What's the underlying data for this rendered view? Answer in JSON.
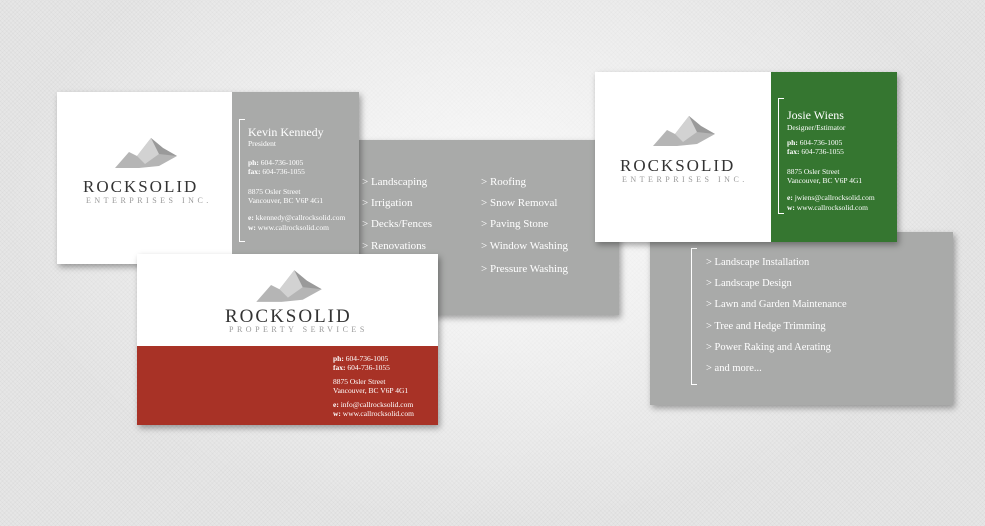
{
  "colors": {
    "gray": "#a9aaa9",
    "red": "#a83226",
    "green": "#357630",
    "white": "#ffffff"
  },
  "kevin_card": {
    "brand": "ROCKSOLID",
    "brand_sub": "ENTERPRISES INC.",
    "name": "Kevin Kennedy",
    "title": "President",
    "phone_label": "ph:",
    "phone": "604-736-1005",
    "fax_label": "fax:",
    "fax": "604-736-1055",
    "street": "8875 Osler Street",
    "city": "Vancouver, BC  V6P 4G1",
    "email_label": "e:",
    "email": "kkennedy@callrocksolid.com",
    "web_label": "w:",
    "web": "www.callrocksolid.com"
  },
  "services_card": {
    "col1": [
      "> Landscaping",
      "> Irrigation",
      "> Decks/Fences",
      "> Renovations"
    ],
    "col2": [
      "> Roofing",
      "> Snow Removal",
      "> Paving Stone",
      "> Window Washing",
      "> Pressure Washing"
    ]
  },
  "property_card": {
    "brand": "ROCKSOLID",
    "brand_sub": "PROPERTY SERVICES",
    "phone_label": "ph:",
    "phone": "604-736-1005",
    "fax_label": "fax:",
    "fax": "604-736-1055",
    "street": "8875 Osler Street",
    "city": "Vancouver, BC  V6P 4G1",
    "email_label": "e:",
    "email": "info@callrocksolid.com",
    "web_label": "w:",
    "web": "www.callrocksolid.com"
  },
  "josie_card": {
    "brand": "ROCKSOLID",
    "brand_sub": "ENTERPRISES INC.",
    "name": "Josie Wiens",
    "title": "Designer/Estimator",
    "phone_label": "ph:",
    "phone": "604-736-1005",
    "fax_label": "fax:",
    "fax": "604-736-1055",
    "street": "8875 Osler Street",
    "city": "Vancouver, BC  V6P 4G1",
    "email_label": "e:",
    "email": "jwiens@callrocksolid.com",
    "web_label": "w:",
    "web": "www.callrocksolid.com"
  },
  "landscape_card": {
    "items": [
      "> Landscape Installation",
      "> Landscape Design",
      "> Lawn and Garden Maintenance",
      "> Tree and Hedge Trimming",
      "> Power Raking and Aerating",
      "> and more..."
    ]
  }
}
